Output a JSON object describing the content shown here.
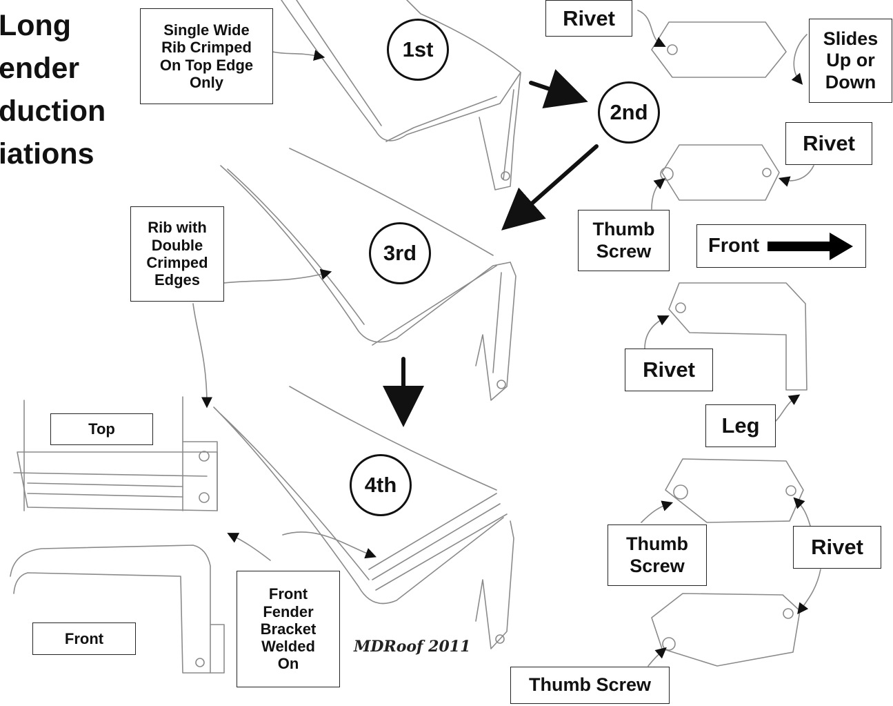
{
  "title": {
    "lines": [
      "Long",
      "ender",
      "duction",
      "iations"
    ]
  },
  "steps": [
    "1st",
    "2nd",
    "3rd",
    "4th"
  ],
  "labels": {
    "single_wide_rib": "Single Wide\nRib Crimped\nOn Top Edge\nOnly",
    "rib_double_crimped": "Rib with\nDouble\nCrimped\nEdges",
    "top": "Top",
    "front_view": "Front",
    "front_fender_bracket": "Front\nFender\nBracket\nWelded\nOn",
    "rivet_1": "Rivet",
    "slides": "Slides\nUp or\nDown",
    "rivet_2": "Rivet",
    "thumb_screw_1": "Thumb\nScrew",
    "front_direction": "Front",
    "rivet_3": "Rivet",
    "leg": "Leg",
    "thumb_screw_2": "Thumb\nScrew",
    "rivet_4": "Rivet",
    "thumb_screw_3": "Thumb Screw"
  },
  "signature": "MDRoof 2011",
  "icons": [
    "front-arrow-icon"
  ],
  "colors": {
    "ink": "#111111",
    "sketch": "#8a8a8a",
    "background": "#ffffff"
  }
}
